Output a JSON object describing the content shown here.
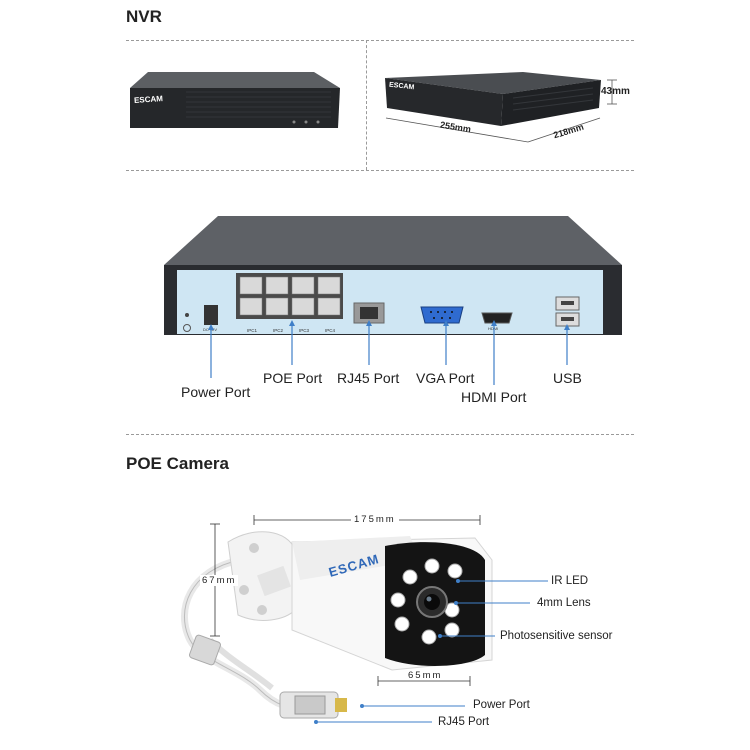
{
  "sections": {
    "nvr_title": "NVR",
    "poe_camera_title": "POE Camera"
  },
  "nvr": {
    "brand": "ESCAM",
    "dimensions": {
      "height": "43mm",
      "width": "255mm",
      "depth": "218mm"
    },
    "rear_labels": {
      "dc": "DC 12V",
      "ipc1": "IPC1",
      "ipc2": "IPC2",
      "ipc3": "IPC3",
      "ipc4": "IPC4",
      "hdmi_small": "HDMI"
    },
    "ports": {
      "power": "Power Port",
      "poe": "POE Port",
      "rj45": "RJ45 Port",
      "vga": "VGA Port",
      "hdmi": "HDMI Port",
      "usb": "USB"
    }
  },
  "camera": {
    "brand": "ESCAM",
    "dimensions": {
      "length": "175mm",
      "height": "67mm",
      "diameter": "65mm"
    },
    "labels": {
      "ir_led": "IR LED",
      "lens": "4mm Lens",
      "photosensor": "Photosensitive sensor",
      "power_port": "Power Port",
      "rj45_port": "RJ45 Port"
    }
  },
  "colors": {
    "accent_blue": "#3f7fc8",
    "panel_blue": "#cfe6f3",
    "device_dark": "#2a2c30"
  }
}
